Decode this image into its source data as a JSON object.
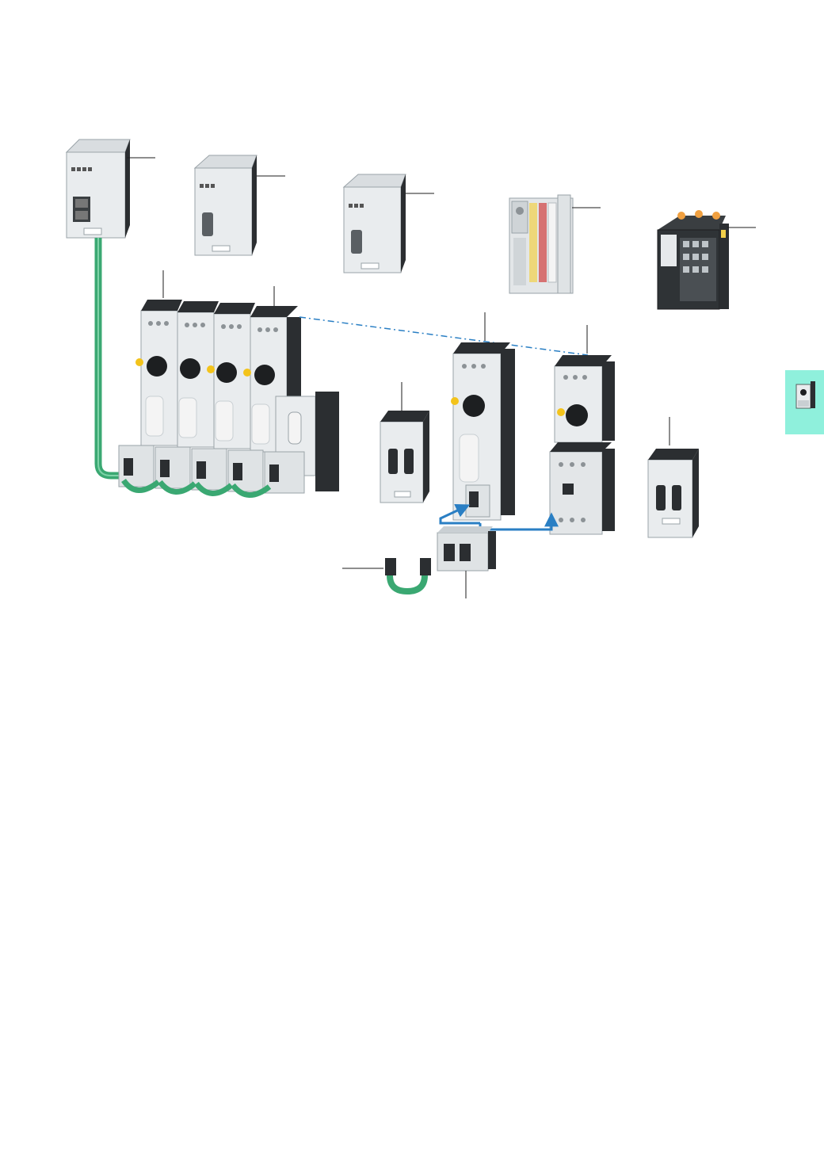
{
  "page": {
    "background": "#ffffff",
    "text_labels": []
  },
  "colors": {
    "device_body": "#e9ecee",
    "device_edge": "#9aa3a8",
    "device_dark": "#2b2e31",
    "terminal": "#c9cfd3",
    "knob": "#1d1f21",
    "knob_ring": "#f3c31b",
    "cable_green": "#3aa872",
    "bus_blue": "#2a7fc4",
    "leader": "#1e1e1e",
    "accent_orange": "#f0a040",
    "accent_red": "#d04040",
    "accent_yellow": "#f2d04a",
    "side_tab": "#8ff0dc"
  },
  "diagram": {
    "components": [
      {
        "id": "gateway-ethernet",
        "kind": "module-rj45"
      },
      {
        "id": "gateway-profibus",
        "kind": "module-dsub"
      },
      {
        "id": "gateway-canopen",
        "kind": "module-dsub"
      },
      {
        "id": "gateway-xi-on",
        "kind": "io-slice"
      },
      {
        "id": "gateway-xn-compact",
        "kind": "io-block"
      },
      {
        "id": "motor-starter-group",
        "kind": "starter-row",
        "count": 4
      },
      {
        "id": "power-module",
        "kind": "module-plain"
      },
      {
        "id": "motor-starter-single",
        "kind": "starter"
      },
      {
        "id": "motor-starter-contactor",
        "kind": "starter-contactor"
      },
      {
        "id": "power-module-right",
        "kind": "module-plain"
      },
      {
        "id": "flat-cable",
        "kind": "cable"
      },
      {
        "id": "swd-contact-module",
        "kind": "connector"
      }
    ],
    "connections": [
      {
        "from": "gateway-ethernet",
        "to": "motor-starter-group",
        "style": "green-cable"
      },
      {
        "from": "motor-starter-group",
        "to": "motor-starter-contactor",
        "style": "dashed-blue"
      },
      {
        "from": "swd-contact-module",
        "to": "motor-starter-single",
        "style": "blue-arrow"
      },
      {
        "from": "swd-contact-module",
        "to": "motor-starter-contactor",
        "style": "blue-arrow"
      }
    ]
  },
  "side_tab": {
    "icon": "motor-starter-icon"
  }
}
